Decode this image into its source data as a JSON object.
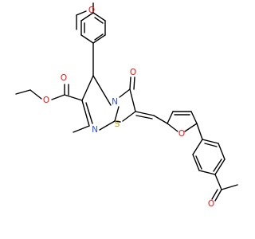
{
  "molecule": {
    "atoms": [
      {
        "id": "O_methoxy",
        "label": "O",
        "color": "#ff0d0d"
      },
      {
        "id": "O_ester_carbonyl",
        "label": "O",
        "color": "#ff0d0d"
      },
      {
        "id": "O_ester_ether",
        "label": "O",
        "color": "#ff0d0d"
      },
      {
        "id": "N_ring_fusion",
        "label": "N",
        "color": "#3050f8"
      },
      {
        "id": "O_ring_carbonyl",
        "label": "O",
        "color": "#ff0d0d"
      },
      {
        "id": "N_ring_imine",
        "label": "N",
        "color": "#3050f8"
      },
      {
        "id": "S_thiazole",
        "label": "S",
        "color": "#c8a000"
      },
      {
        "id": "O_furan",
        "label": "O",
        "color": "#ff0d0d"
      },
      {
        "id": "O_acetyl",
        "label": "O",
        "color": "#ff0d0d"
      }
    ],
    "bond_color": "#000000",
    "background": "#ffffff"
  }
}
